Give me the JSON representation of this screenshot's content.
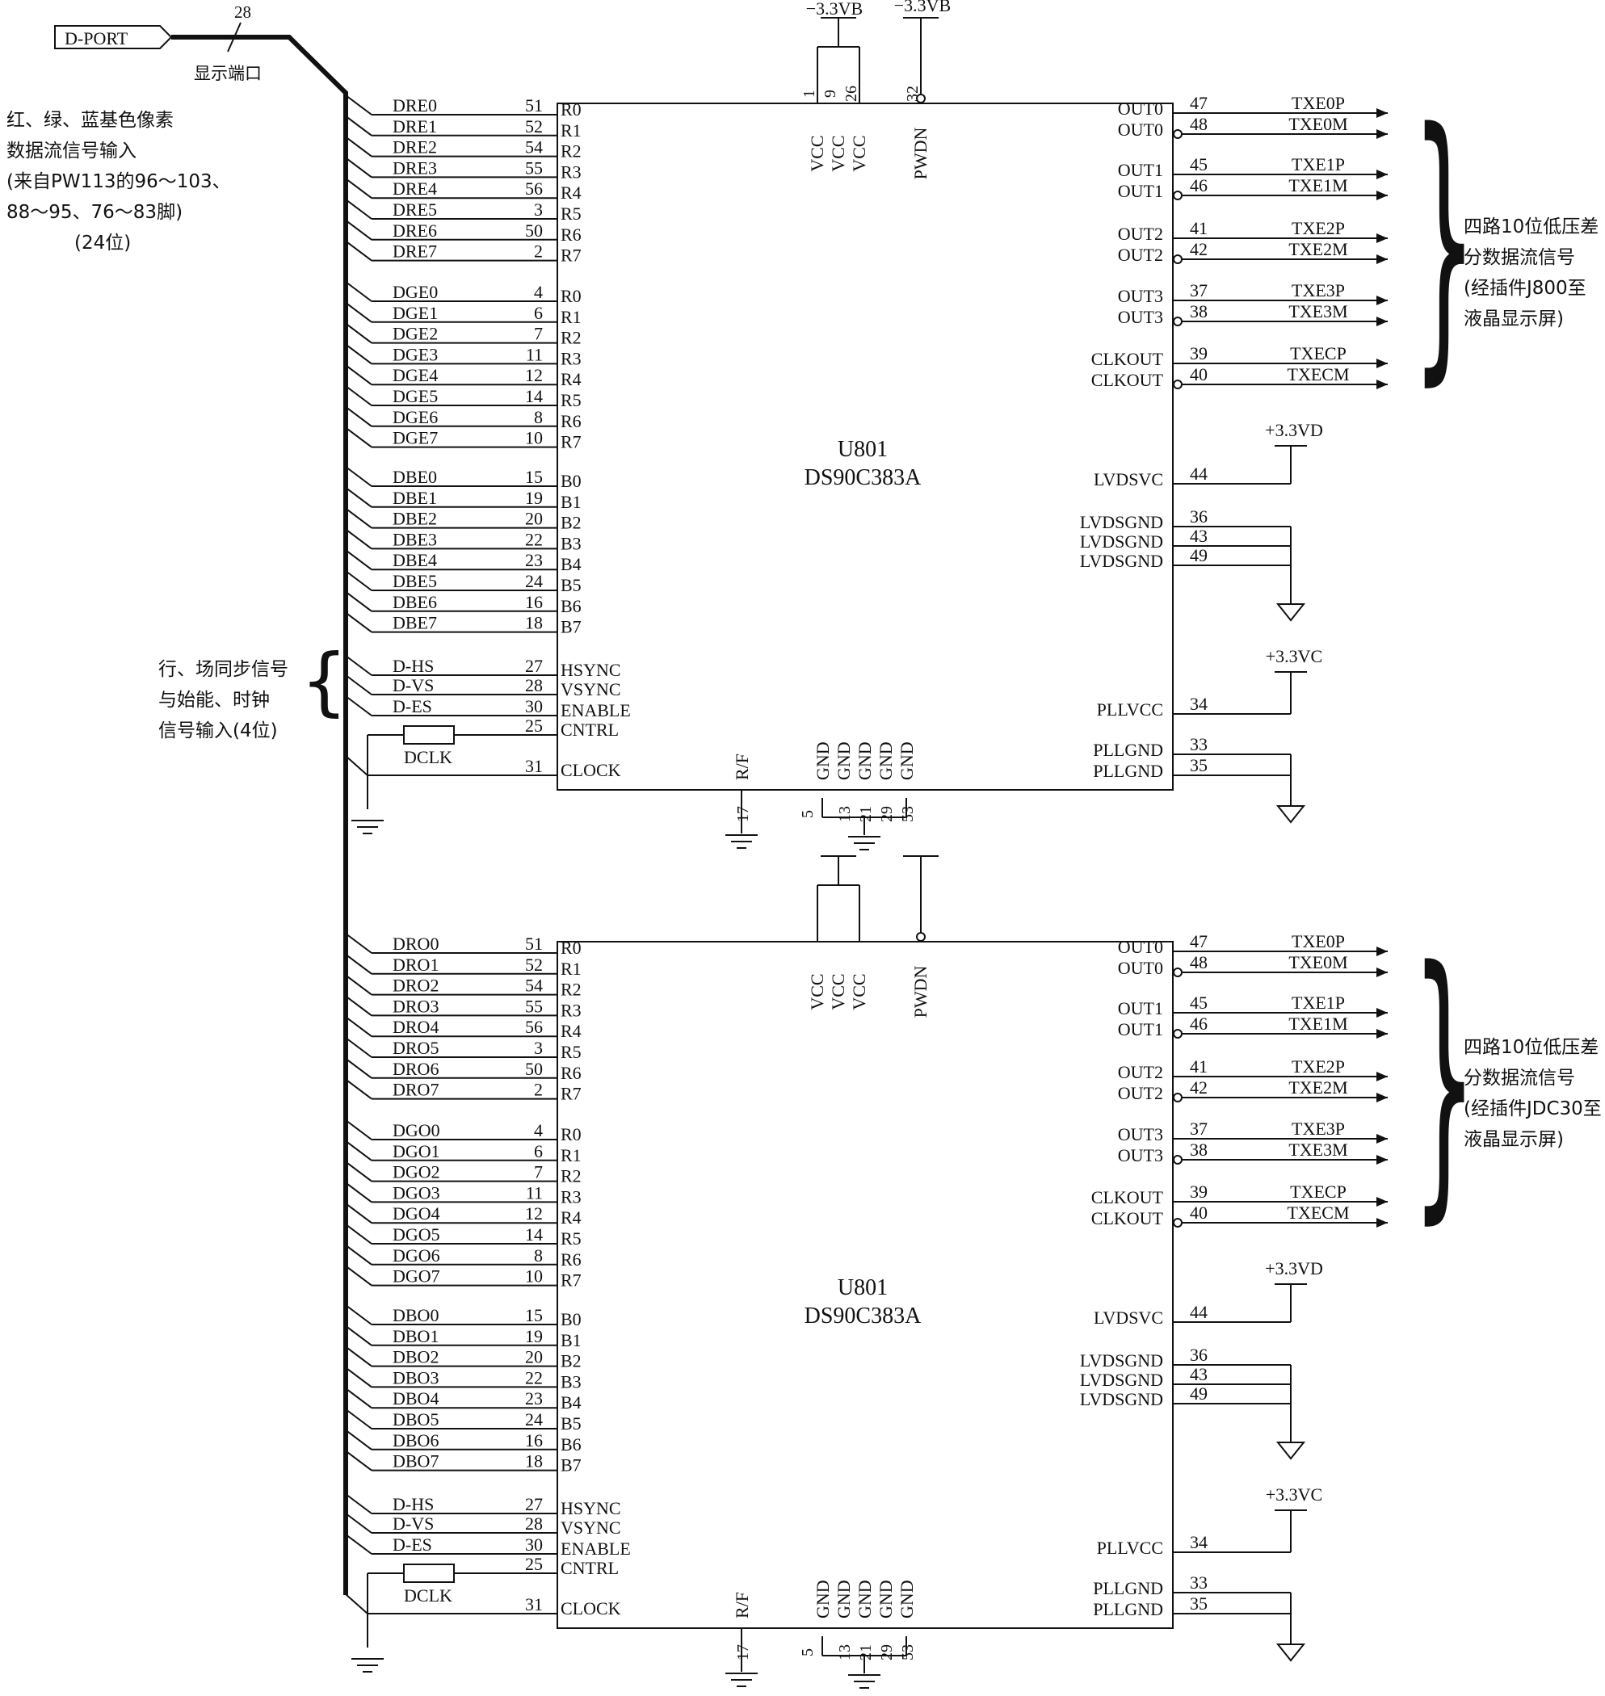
{
  "connector": {
    "label": "D-PORT",
    "wire_number": "28",
    "caption": "显示端口"
  },
  "annotations": {
    "rgb_input": [
      "红、绿、蓝基色像素",
      "数据流信号输入",
      "(来自PW113的96～103、",
      "88～95、76～83脚)",
      "(24位)"
    ],
    "sync_input": [
      "行、场同步信号",
      "与始能、时钟",
      "信号输入(4位)"
    ],
    "lvds_output_top": [
      "四路10位低压差",
      "分数据流信号",
      "(经插件J800至",
      "液晶显示屏)"
    ],
    "lvds_output_bottom": [
      "四路10位低压差",
      "分数据流信号",
      "(经插件JDC30至",
      "液晶显示屏)"
    ]
  },
  "supply_labels": {
    "vb": "−3.3VB",
    "vd": "+3.3VD",
    "vc": "+3.3VC"
  },
  "resistor_label": "DCLK",
  "chips": [
    {
      "ref": "U801",
      "part": "DS90C383A",
      "show_supply": true,
      "red_pins": [
        {
          "net": "DRE0",
          "num": "51",
          "pin": "R0"
        },
        {
          "net": "DRE1",
          "num": "52",
          "pin": "R1"
        },
        {
          "net": "DRE2",
          "num": "54",
          "pin": "R2"
        },
        {
          "net": "DRE3",
          "num": "55",
          "pin": "R3"
        },
        {
          "net": "DRE4",
          "num": "56",
          "pin": "R4"
        },
        {
          "net": "DRE5",
          "num": "3",
          "pin": "R5"
        },
        {
          "net": "DRE6",
          "num": "50",
          "pin": "R6"
        },
        {
          "net": "DRE7",
          "num": "2",
          "pin": "R7"
        }
      ],
      "green_pins": [
        {
          "net": "DGE0",
          "num": "4",
          "pin": "R0"
        },
        {
          "net": "DGE1",
          "num": "6",
          "pin": "R1"
        },
        {
          "net": "DGE2",
          "num": "7",
          "pin": "R2"
        },
        {
          "net": "DGE3",
          "num": "11",
          "pin": "R3"
        },
        {
          "net": "DGE4",
          "num": "12",
          "pin": "R4"
        },
        {
          "net": "DGE5",
          "num": "14",
          "pin": "R5"
        },
        {
          "net": "DGE6",
          "num": "8",
          "pin": "R6"
        },
        {
          "net": "DGE7",
          "num": "10",
          "pin": "R7"
        }
      ],
      "blue_pins": [
        {
          "net": "DBE0",
          "num": "15",
          "pin": "B0"
        },
        {
          "net": "DBE1",
          "num": "19",
          "pin": "B1"
        },
        {
          "net": "DBE2",
          "num": "20",
          "pin": "B2"
        },
        {
          "net": "DBE3",
          "num": "22",
          "pin": "B3"
        },
        {
          "net": "DBE4",
          "num": "23",
          "pin": "B4"
        },
        {
          "net": "DBE5",
          "num": "24",
          "pin": "B5"
        },
        {
          "net": "DBE6",
          "num": "16",
          "pin": "B6"
        },
        {
          "net": "DBE7",
          "num": "18",
          "pin": "B7"
        }
      ],
      "sync_pins": [
        {
          "net": "D-HS",
          "num": "27",
          "pin": "HSYNC"
        },
        {
          "net": "D-VS",
          "num": "28",
          "pin": "VSYNC"
        },
        {
          "net": "D-ES",
          "num": "30",
          "pin": "ENABLE"
        },
        {
          "net": "",
          "num": "25",
          "pin": "CNTRL"
        },
        {
          "net": "",
          "num": "31",
          "pin": "CLOCK"
        }
      ],
      "top_pins": [
        {
          "name": "VCC",
          "num": "1"
        },
        {
          "name": "VCC",
          "num": "9"
        },
        {
          "name": "VCC",
          "num": "26"
        },
        {
          "name": "PWDN",
          "num": "32"
        }
      ],
      "bottom_pins": [
        {
          "name": "R/F",
          "num": "17"
        },
        {
          "name": "GND",
          "num": "5"
        },
        {
          "name": "GND",
          "num": "13"
        },
        {
          "name": "GND",
          "num": "21"
        },
        {
          "name": "GND",
          "num": "29"
        },
        {
          "name": "GND",
          "num": "53"
        }
      ],
      "out_pins": [
        {
          "pin": "OUT0",
          "num": "47",
          "net": "TXE0P"
        },
        {
          "pin": "OUT0",
          "num": "48",
          "net": "TXE0M"
        },
        {
          "pin": "OUT1",
          "num": "45",
          "net": "TXE1P"
        },
        {
          "pin": "OUT1",
          "num": "46",
          "net": "TXE1M"
        },
        {
          "pin": "OUT2",
          "num": "41",
          "net": "TXE2P"
        },
        {
          "pin": "OUT2",
          "num": "42",
          "net": "TXE2M"
        },
        {
          "pin": "OUT3",
          "num": "37",
          "net": "TXE3P"
        },
        {
          "pin": "OUT3",
          "num": "38",
          "net": "TXE3M"
        },
        {
          "pin": "CLKOUT",
          "num": "39",
          "net": "TXECP"
        },
        {
          "pin": "CLKOUT",
          "num": "40",
          "net": "TXECM"
        }
      ],
      "lvdsvc": {
        "pin": "LVDSVC",
        "num": "44"
      },
      "lvdsgnd": [
        {
          "pin": "LVDSGND",
          "num": "36"
        },
        {
          "pin": "LVDSGND",
          "num": "43"
        },
        {
          "pin": "LVDSGND",
          "num": "49"
        }
      ],
      "pllvcc": {
        "pin": "PLLVCC",
        "num": "34"
      },
      "pllgnd": [
        {
          "pin": "PLLGND",
          "num": "33"
        },
        {
          "pin": "PLLGND",
          "num": "35"
        }
      ]
    },
    {
      "ref": "U801",
      "part": "DS90C383A",
      "show_supply": false,
      "red_pins": [
        {
          "net": "DRO0",
          "num": "51",
          "pin": "R0"
        },
        {
          "net": "DRO1",
          "num": "52",
          "pin": "R1"
        },
        {
          "net": "DRO2",
          "num": "54",
          "pin": "R2"
        },
        {
          "net": "DRO3",
          "num": "55",
          "pin": "R3"
        },
        {
          "net": "DRO4",
          "num": "56",
          "pin": "R4"
        },
        {
          "net": "DRO5",
          "num": "3",
          "pin": "R5"
        },
        {
          "net": "DRO6",
          "num": "50",
          "pin": "R6"
        },
        {
          "net": "DRO7",
          "num": "2",
          "pin": "R7"
        }
      ],
      "green_pins": [
        {
          "net": "DGO0",
          "num": "4",
          "pin": "R0"
        },
        {
          "net": "DGO1",
          "num": "6",
          "pin": "R1"
        },
        {
          "net": "DGO2",
          "num": "7",
          "pin": "R2"
        },
        {
          "net": "DGO3",
          "num": "11",
          "pin": "R3"
        },
        {
          "net": "DGO4",
          "num": "12",
          "pin": "R4"
        },
        {
          "net": "DGO5",
          "num": "14",
          "pin": "R5"
        },
        {
          "net": "DGO6",
          "num": "8",
          "pin": "R6"
        },
        {
          "net": "DGO7",
          "num": "10",
          "pin": "R7"
        }
      ],
      "blue_pins": [
        {
          "net": "DBO0",
          "num": "15",
          "pin": "B0"
        },
        {
          "net": "DBO1",
          "num": "19",
          "pin": "B1"
        },
        {
          "net": "DBO2",
          "num": "20",
          "pin": "B2"
        },
        {
          "net": "DBO3",
          "num": "22",
          "pin": "B3"
        },
        {
          "net": "DBO4",
          "num": "23",
          "pin": "B4"
        },
        {
          "net": "DBO5",
          "num": "24",
          "pin": "B5"
        },
        {
          "net": "DBO6",
          "num": "16",
          "pin": "B6"
        },
        {
          "net": "DBO7",
          "num": "18",
          "pin": "B7"
        }
      ],
      "sync_pins": [
        {
          "net": "D-HS",
          "num": "27",
          "pin": "HSYNC"
        },
        {
          "net": "D-VS",
          "num": "28",
          "pin": "VSYNC"
        },
        {
          "net": "D-ES",
          "num": "30",
          "pin": "ENABLE"
        },
        {
          "net": "",
          "num": "25",
          "pin": "CNTRL"
        },
        {
          "net": "",
          "num": "31",
          "pin": "CLOCK"
        }
      ],
      "top_pins": [
        {
          "name": "VCC",
          "num": ""
        },
        {
          "name": "VCC",
          "num": ""
        },
        {
          "name": "VCC",
          "num": ""
        },
        {
          "name": "PWDN",
          "num": ""
        }
      ],
      "bottom_pins": [
        {
          "name": "R/F",
          "num": "17"
        },
        {
          "name": "GND",
          "num": "5"
        },
        {
          "name": "GND",
          "num": "13"
        },
        {
          "name": "GND",
          "num": "21"
        },
        {
          "name": "GND",
          "num": "29"
        },
        {
          "name": "GND",
          "num": "53"
        }
      ],
      "out_pins": [
        {
          "pin": "OUT0",
          "num": "47",
          "net": "TXE0P"
        },
        {
          "pin": "OUT0",
          "num": "48",
          "net": "TXE0M"
        },
        {
          "pin": "OUT1",
          "num": "45",
          "net": "TXE1P"
        },
        {
          "pin": "OUT1",
          "num": "46",
          "net": "TXE1M"
        },
        {
          "pin": "OUT2",
          "num": "41",
          "net": "TXE2P"
        },
        {
          "pin": "OUT2",
          "num": "42",
          "net": "TXE2M"
        },
        {
          "pin": "OUT3",
          "num": "37",
          "net": "TXE3P"
        },
        {
          "pin": "OUT3",
          "num": "38",
          "net": "TXE3M"
        },
        {
          "pin": "CLKOUT",
          "num": "39",
          "net": "TXECP"
        },
        {
          "pin": "CLKOUT",
          "num": "40",
          "net": "TXECM"
        }
      ],
      "lvdsvc": {
        "pin": "LVDSVC",
        "num": "44"
      },
      "lvdsgnd": [
        {
          "pin": "LVDSGND",
          "num": "36"
        },
        {
          "pin": "LVDSGND",
          "num": "43"
        },
        {
          "pin": "LVDSGND",
          "num": "49"
        }
      ],
      "pllvcc": {
        "pin": "PLLVCC",
        "num": "34"
      },
      "pllgnd": [
        {
          "pin": "PLLGND",
          "num": "33"
        },
        {
          "pin": "PLLGND",
          "num": "35"
        }
      ]
    }
  ]
}
